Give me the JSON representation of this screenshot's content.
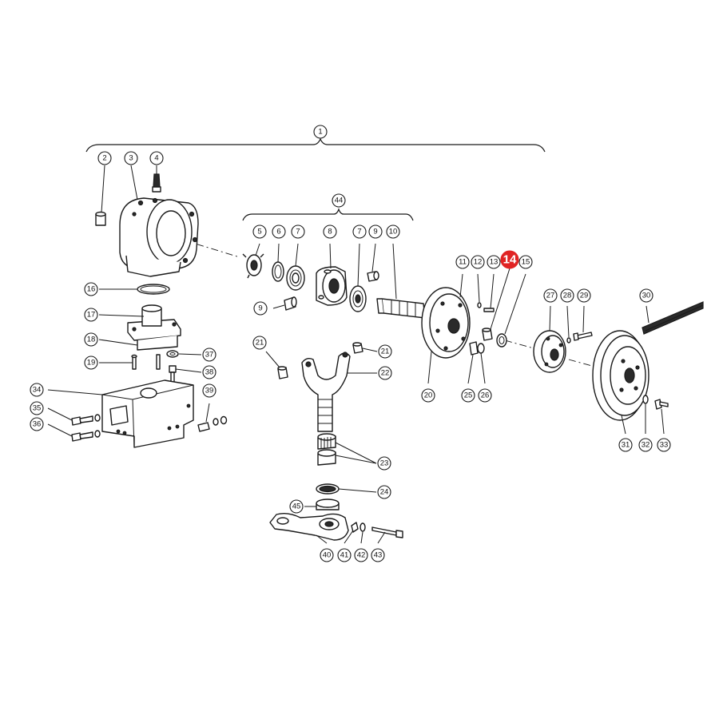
{
  "callouts": {
    "c1": "1",
    "c2": "2",
    "c3": "3",
    "c4": "4",
    "c5": "5",
    "c6": "6",
    "c7a": "7",
    "c7b": "7",
    "c8": "8",
    "c9a": "9",
    "c9b": "9",
    "c10": "10",
    "c11": "11",
    "c12": "12",
    "c13": "13",
    "c14": "14",
    "c15": "15",
    "c16": "16",
    "c17": "17",
    "c18": "18",
    "c19": "19",
    "c20": "20",
    "c21a": "21",
    "c21b": "21",
    "c22": "22",
    "c23": "23",
    "c24": "24",
    "c25": "25",
    "c26": "26",
    "c27": "27",
    "c28": "28",
    "c29": "29",
    "c30": "30",
    "c31": "31",
    "c32": "32",
    "c33": "33",
    "c34": "34",
    "c35": "35",
    "c36": "36",
    "c37": "37",
    "c38": "38",
    "c39": "39",
    "c40": "40",
    "c41": "41",
    "c42": "42",
    "c43": "43",
    "c44": "44",
    "c45": "45"
  },
  "highlight": {
    "part": "14",
    "color": "#e02424"
  }
}
